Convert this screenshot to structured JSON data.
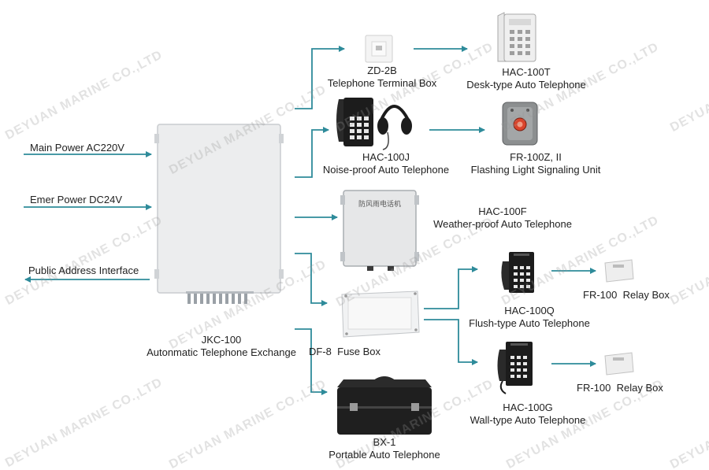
{
  "watermark": "DEYUAN MARINE CO.,LTD",
  "colors": {
    "line": "#2e8b9a",
    "panel": "#ecedee",
    "panel_edge": "#c9cccf",
    "phone": "#1c1c1c"
  },
  "inputs": {
    "main_power": "Main Power AC220V",
    "emer_power": "Emer Power DC24V",
    "public_address": "Public Address Interface"
  },
  "exchange": {
    "model": "JKC-100",
    "name": "Autonmatic Telephone Exchange"
  },
  "devices": {
    "terminal_box": {
      "model": "ZD-2B",
      "name": "Telephone Terminal Box",
      "icon": "terminal-box-icon"
    },
    "desk_phone": {
      "model": "HAC-100T",
      "name": "Desk-type Auto Telephone",
      "icon": "desk-phone-icon"
    },
    "noise_phone": {
      "model": "HAC-100J",
      "name": "Noise-proof Auto Telephone",
      "icon": "noise-proof-phone-icon"
    },
    "flash_unit": {
      "model": "FR-100Z, II",
      "name": "Flashing Light Signaling Unit",
      "icon": "flashing-light-icon"
    },
    "weather_phone": {
      "model": "HAC-100F",
      "name": "Weather-proof Auto Telephone",
      "icon": "weather-proof-phone-icon",
      "panel_text": "防风雨电话机"
    },
    "fuse_box": {
      "model": "DF-8",
      "name": "Fuse Box",
      "icon": "fuse-box-icon"
    },
    "flush_phone": {
      "model": "HAC-100Q",
      "name": "Flush-type Auto Telephone",
      "icon": "flush-phone-icon"
    },
    "relay_box_1": {
      "model": "FR-100",
      "name": "Relay Box",
      "icon": "relay-box-icon"
    },
    "wall_phone": {
      "model": "HAC-100G",
      "name": "Wall-type Auto Telephone",
      "icon": "wall-phone-icon"
    },
    "relay_box_2": {
      "model": "FR-100",
      "name": "Relay Box",
      "icon": "relay-box-icon"
    },
    "portable_phone": {
      "model": "BX-1",
      "name": "Portable Auto Telephone",
      "icon": "portable-case-icon"
    }
  }
}
